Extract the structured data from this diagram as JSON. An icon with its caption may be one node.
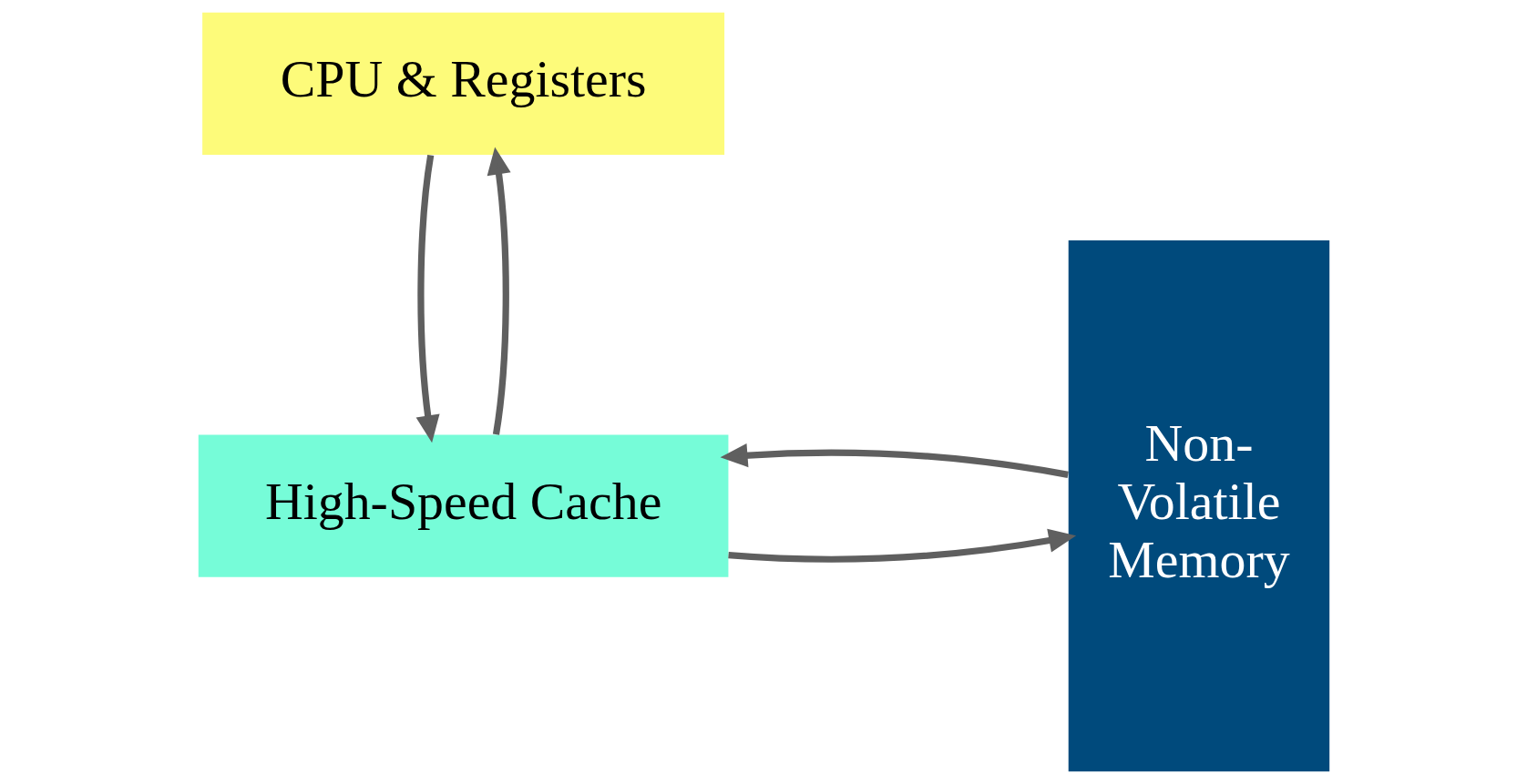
{
  "diagram": {
    "nodes": [
      {
        "text": [
          "CPU & Registers"
        ]
      },
      {
        "text": [
          "High-Speed Cache"
        ]
      },
      {
        "text": [
          "Non-Volatile Memory"
        ]
      }
    ],
    "edges": [
      {
        "from": 1,
        "to": 0,
        "arrow": "to"
      },
      {
        "from": 0,
        "to": 1,
        "arrow": "to"
      },
      {
        "from": 1,
        "to": 2,
        "arrow": "to"
      },
      {
        "from": 2,
        "to": 1,
        "arrow": "to"
      }
    ]
  }
}
